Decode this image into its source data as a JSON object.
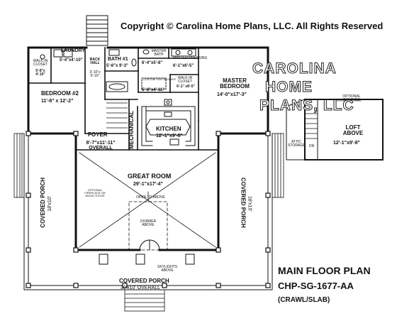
{
  "copyright": "Copyright © Carolina Home Plans, LLC. All Rights Reserved",
  "watermark": [
    "CAROLINA",
    "HOME",
    "PLANS, LLC"
  ],
  "plan_title": "MAIN FLOOR PLAN",
  "plan_code": "CHP-SG-1677-AA",
  "plan_foundation": "(CRAWL/SLAB)",
  "rooms": {
    "laundry": {
      "name": "LAUNDRY",
      "dim": "5'-4\"x4'-10\""
    },
    "walk_in_closet": {
      "name": "WALK-IN CLOSET",
      "dim": "5'-8\"x 4'-10\""
    },
    "back_hall": {
      "name": "BACK HALL",
      "dim": "3'-10\"x 9'-10\""
    },
    "bath1": {
      "name": "BATH #1",
      "dim": "5'-8\"x 9'-3\""
    },
    "master_bath": {
      "name": "MASTER BATH",
      "dim": "6'-4\"x5'-8\""
    },
    "master_dressing": {
      "name": "MASTER DRESSING",
      "dim": "6'-1\"x6'-5\""
    },
    "master_closet": {
      "name": "WALK-IN CLOSET",
      "dim": "6'-1\" x8'-5\""
    },
    "tile_shower": {
      "name": "CUSTOM TILE SHOWER",
      "dim": "5'-8\"x4'-11\""
    },
    "master_bedroom": {
      "name": "MASTER BEDROOM",
      "dim": "14'-0\"x17'-3\""
    },
    "bedroom2": {
      "name": "BEDROOM #2",
      "dim": "11'-6\" x 12'-2\""
    },
    "foyer": {
      "name": "FOYER",
      "dim": "8'-7\"x11'-11\" OVERALL"
    },
    "mechanical": {
      "name": "MECHANICAL"
    },
    "kitchen": {
      "name": "KITCHEN",
      "dim": "12'-1\"x9'-8\""
    },
    "great_room": {
      "name": "GREAT ROOM",
      "dim": "29'-1\"x17'-4\""
    },
    "fireplace_note": "OPTIONAL FIREPLACE OR WOOD STOVE",
    "open_to_above": "OPEN TO ABOVE",
    "dormer": "DORMER ABOVE",
    "skylights": "SKYLIGHTS ABOVE",
    "porch_left": {
      "name": "COVERED PORCH",
      "dim": "18'x10'"
    },
    "porch_right": {
      "name": "COVERED PORCH",
      "dim": "18'x10'"
    },
    "porch_bottom": {
      "name": "COVERED PORCH",
      "dim": "30'x10' OVERALL"
    },
    "loft": {
      "name": "LOFT ABOVE",
      "dim": "12'-1\"x9'-8\""
    },
    "optional_built_ins": "OPTIONAL BUILT-INS",
    "attic_storage": "ATTIC STORAGE",
    "dn": "DN"
  }
}
